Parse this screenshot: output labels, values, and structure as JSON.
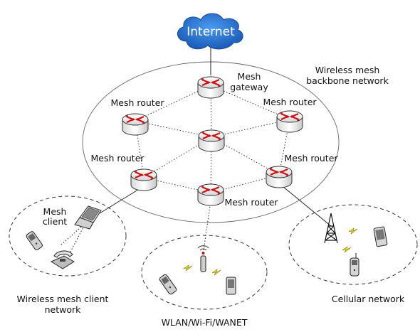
{
  "diagram": {
    "cloud_label": "Internet",
    "gateway_label_line1": "Mesh",
    "gateway_label_line2": "gateway",
    "backbone_label_line1": "Wireless mesh",
    "backbone_label_line2": "backbone network",
    "router_label": "Mesh router",
    "client_label_line1": "Mesh",
    "client_label_line2": "client",
    "client_network_line1": "Wireless mesh client",
    "client_network_line2": "network",
    "wlan_label": "WLAN/Wi-Fi/WANET",
    "cellular_label": "Cellular network",
    "colors": {
      "cloud": "#2a6fd0",
      "router_top": "#e8e8e8",
      "router_body": "#f4f4f4",
      "arrow": "#cc1111",
      "lightning": "#ffe600"
    }
  }
}
